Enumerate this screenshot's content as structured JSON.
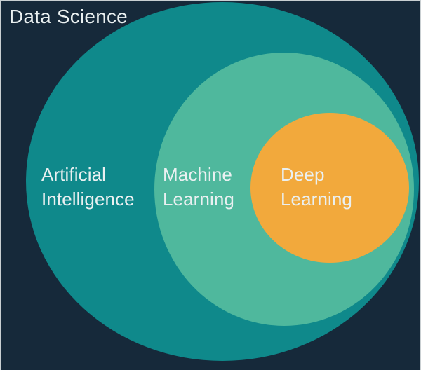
{
  "diagram": {
    "type": "nested-euler-venn",
    "title": "Data Science",
    "background_color": "#16293A",
    "border_color": "#C9CFD2",
    "text_color": "#EAF0F1",
    "sets": [
      {
        "name": "Artificial Intelligence",
        "lines": [
          "Artificial",
          "Intelligence"
        ],
        "color": "#0F898B",
        "contains": "Machine Learning"
      },
      {
        "name": "Machine Learning",
        "lines": [
          "Machine",
          "Learning"
        ],
        "color": "#4FB89D",
        "contains": "Deep Learning"
      },
      {
        "name": "Deep Learning",
        "lines": [
          "Deep",
          "Learning"
        ],
        "color": "#F2A93C",
        "contains": ""
      }
    ]
  }
}
